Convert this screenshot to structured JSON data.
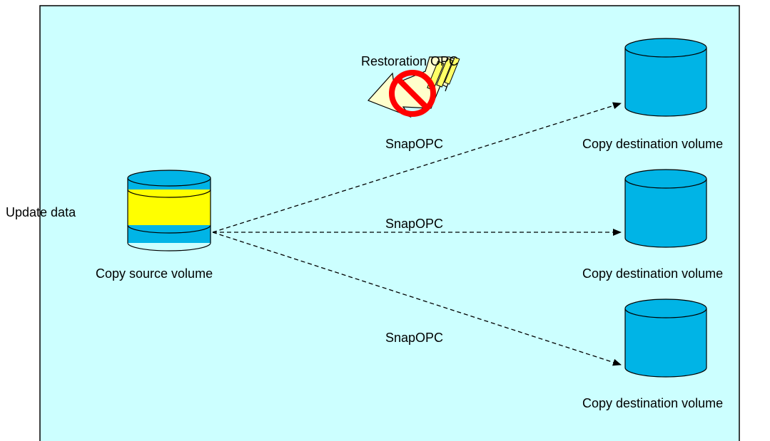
{
  "labels": {
    "update_data": "Update data",
    "source_volume": "Copy source volume",
    "restoration": "Restoration OPC",
    "snap_top": "SnapOPC",
    "snap_middle": "SnapOPC",
    "snap_bottom": "SnapOPC",
    "dest_top": "Copy destination volume",
    "dest_middle": "Copy destination volume",
    "dest_bottom": "Copy destination volume"
  },
  "colors": {
    "panel_background": "#ccffff",
    "cylinder": "#00b4e6",
    "update_band": "#ffff00",
    "prohibition": "#ff0000",
    "arrow_body": "#ffffcc"
  },
  "icons": {
    "prohibited": "prohibition-icon",
    "restore_arrow": "big-arrow-icon"
  }
}
